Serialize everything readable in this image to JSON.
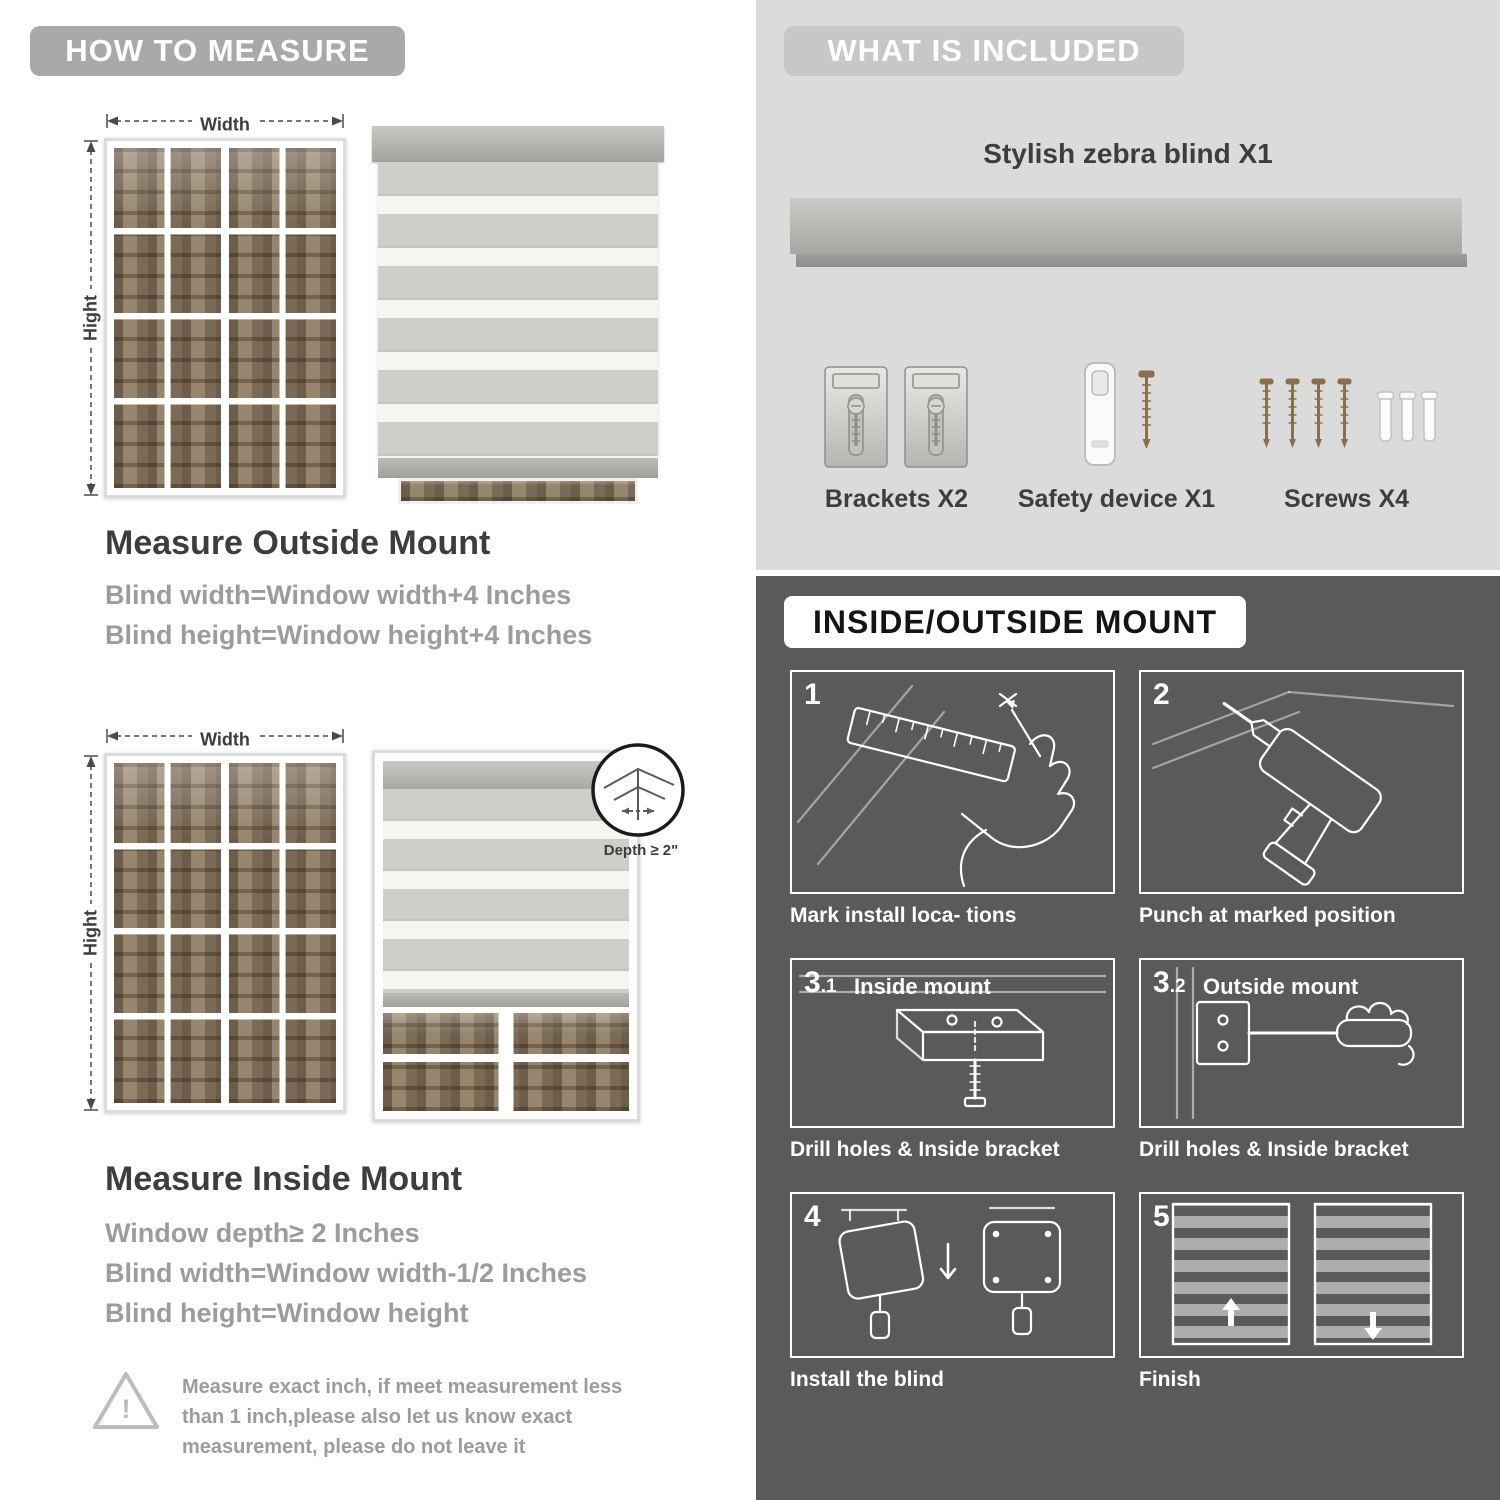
{
  "colors": {
    "header_pill": "#a9a9a9",
    "included_pill": "#c7c7c7",
    "included_bg": "#dbdbdb",
    "mount_bg": "#595a5c",
    "heading_text": "#3d3d3d",
    "muted_text": "#9c9c9c",
    "blind_stripe_gray": "#cfcec8",
    "blind_stripe_white": "#f7f5f1"
  },
  "left": {
    "header": "HOW TO MEASURE",
    "outside": {
      "width_label": "Width",
      "height_label": "Hight",
      "title": "Measure Outside Mount",
      "lines": [
        "Blind width=Window width+4 Inches",
        "Blind height=Window height+4 Inches"
      ]
    },
    "inside": {
      "width_label": "Width",
      "height_label": "Hight",
      "depth_label": "Depth ≥ 2\"",
      "title": "Measure Inside Mount",
      "lines": [
        "Window depth≥ 2 Inches",
        "Blind width=Window width-1/2 Inches",
        "Blind height=Window height"
      ]
    },
    "warning_mark": "!",
    "warning_text": "Measure exact inch, if meet measurement less than 1 inch,please also let us know exact measurement, please do not leave it"
  },
  "right": {
    "included": {
      "header": "WHAT IS INCLUDED",
      "product": "Stylish zebra blind X1",
      "items": [
        {
          "label": "Brackets X2",
          "icon": "brackets-icon"
        },
        {
          "label": "Safety device X1",
          "icon": "safety-device-icon"
        },
        {
          "label": "Screws X4",
          "icon": "screws-icon"
        }
      ]
    },
    "mount": {
      "header": "INSIDE/OUTSIDE MOUNT",
      "steps": [
        {
          "num": "1",
          "caption": "Mark install loca- tions",
          "icon": "mark-locations-icon"
        },
        {
          "num": "2",
          "caption": "Punch at  marked position",
          "icon": "drill-icon"
        },
        {
          "num": "3",
          "sub": ".1",
          "title": "Inside mount",
          "caption": "Drill holes &  Inside bracket",
          "icon": "inside-bracket-icon"
        },
        {
          "num": "3",
          "sub": ".2",
          "title": "Outside mount",
          "caption": "Drill holes &  Inside bracket",
          "icon": "outside-bracket-icon"
        },
        {
          "num": "4",
          "caption": "Install the blind",
          "icon": "install-blind-icon"
        },
        {
          "num": "5",
          "caption": "Finish",
          "icon": "finish-icon"
        }
      ]
    }
  }
}
